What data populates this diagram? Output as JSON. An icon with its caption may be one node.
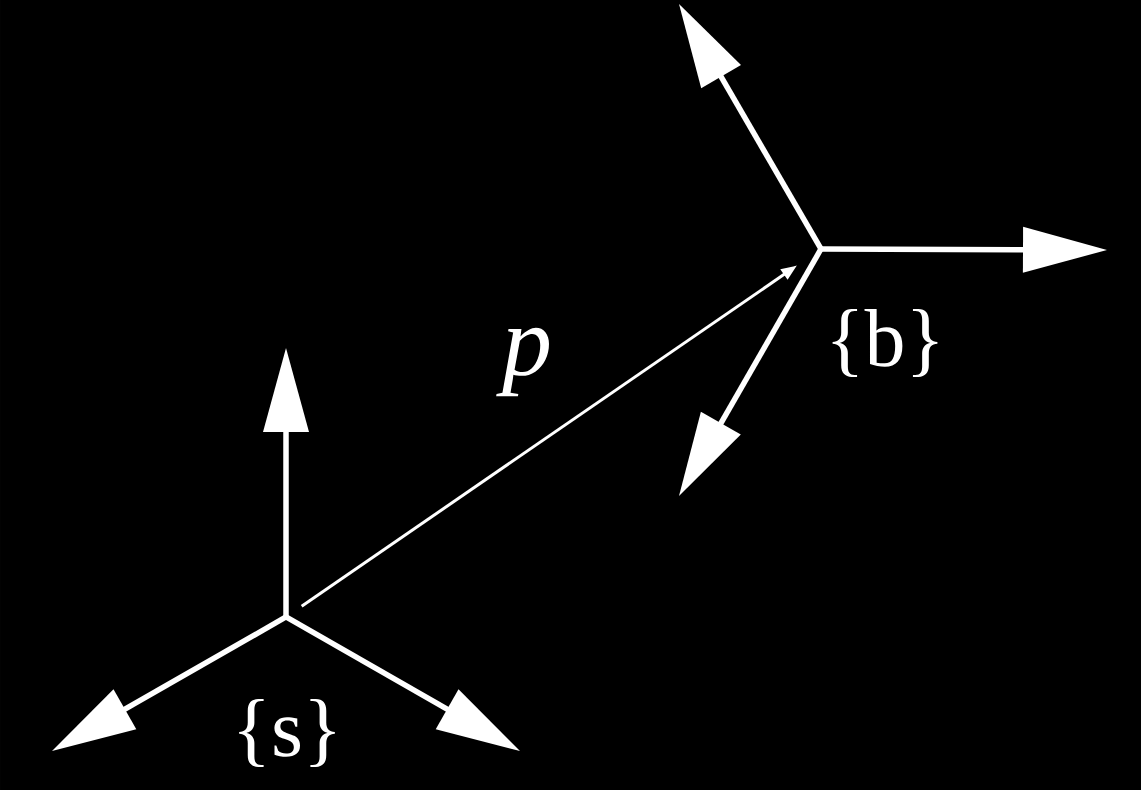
{
  "diagram": {
    "nodes": [
      {
        "text": [
          "{s}"
        ]
      },
      {
        "text": [
          "{b}"
        ]
      }
    ],
    "edges": [
      {
        "from": 0,
        "to": 1,
        "arrow": "to",
        "label": "p"
      }
    ]
  }
}
